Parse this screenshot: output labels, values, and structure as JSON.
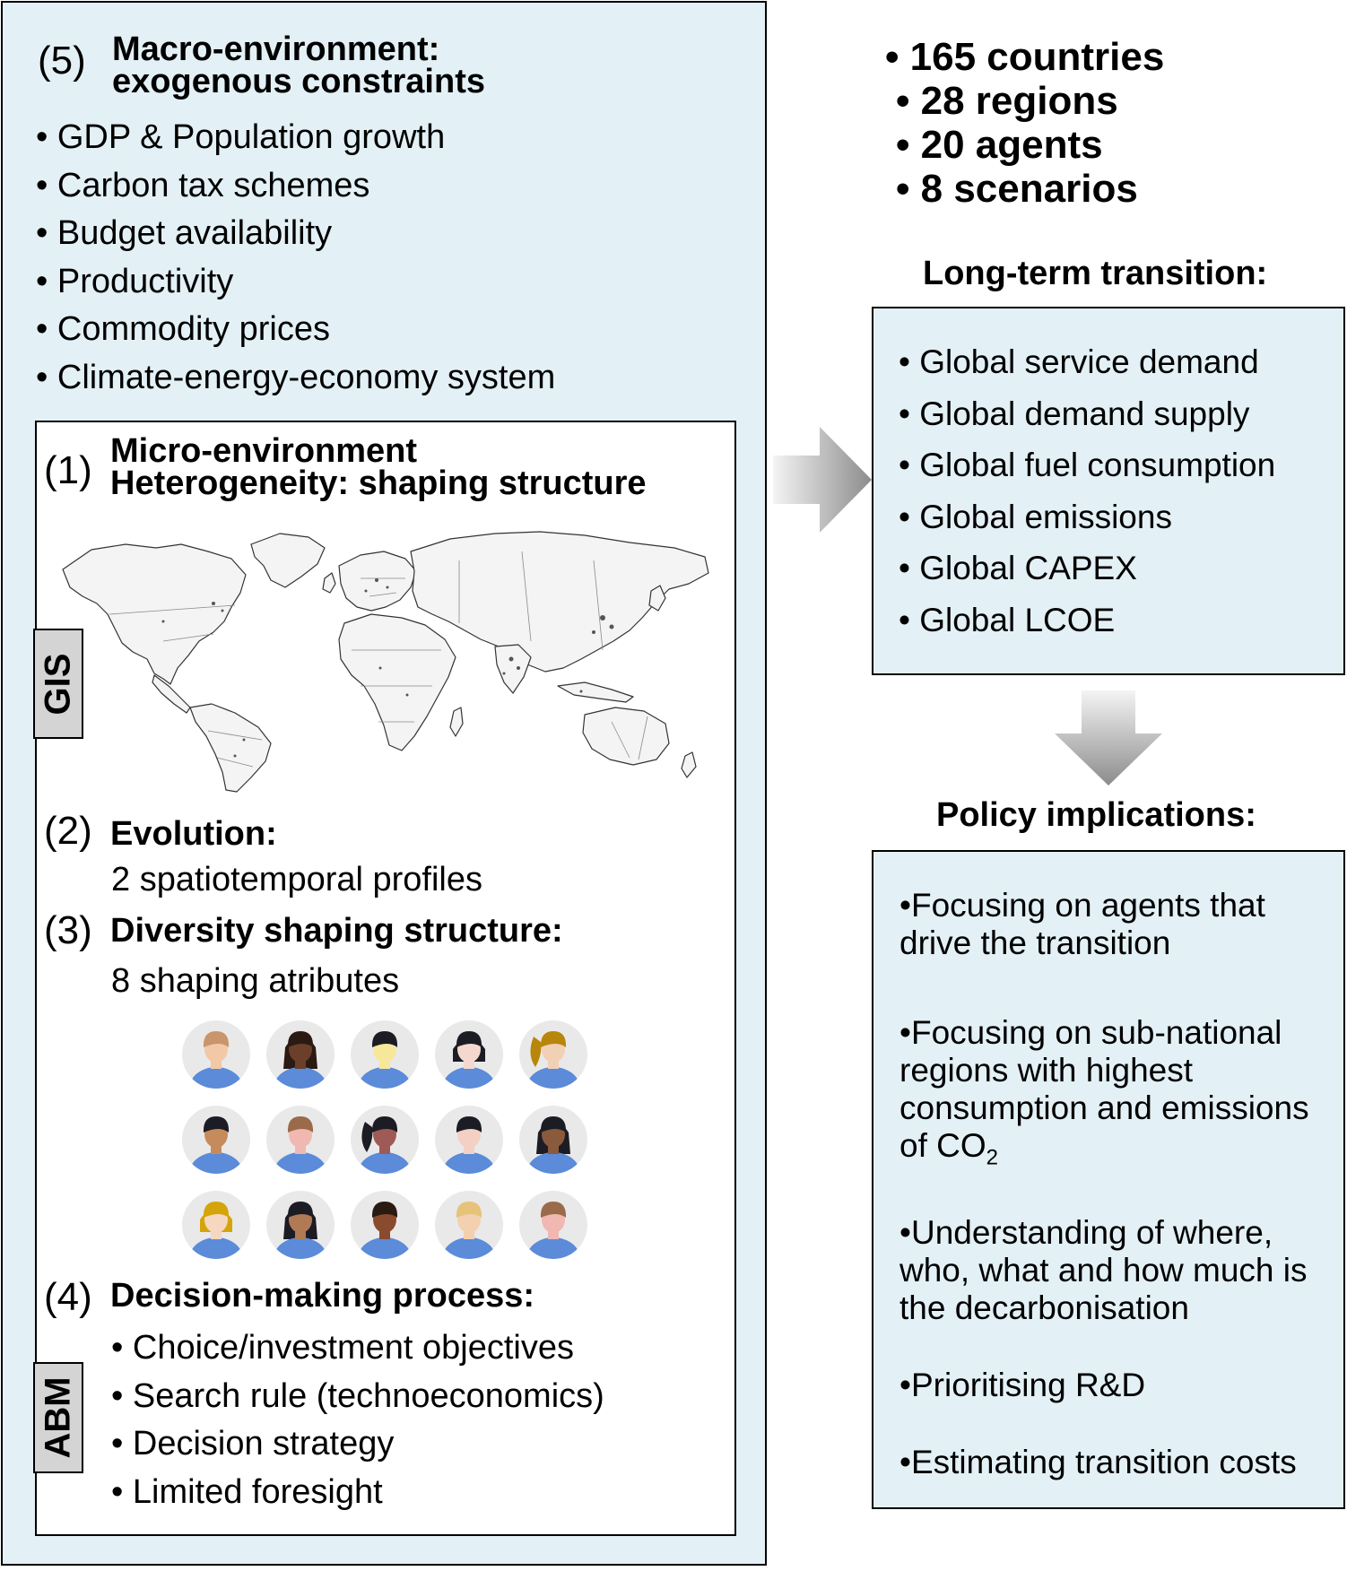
{
  "macro": {
    "number": "(5)",
    "title_line1": "Macro-environment:",
    "title_line2": "exogenous constraints",
    "items": [
      "GDP & Population growth",
      "Carbon tax schemes",
      "Budget availability",
      "Productivity",
      "Commodity prices",
      "Climate-energy-economy system"
    ]
  },
  "micro": {
    "number": "(1)",
    "title_line1": "Micro-environment",
    "title_line2": "Heterogeneity: shaping structure"
  },
  "evolution": {
    "number": "(2)",
    "title": "Evolution:",
    "text": "2 spatiotemporal profiles"
  },
  "diversity": {
    "number": "(3)",
    "title": "Diversity shaping structure:",
    "text": "8 shaping atributes"
  },
  "decision": {
    "number": "(4)",
    "title": "Decision-making process:",
    "items": [
      "Choice/investment objectives",
      "Search rule (technoeconomics)",
      "Decision strategy",
      "Limited foresight"
    ]
  },
  "tags": {
    "gis": "GIS",
    "abm": "ABM"
  },
  "avatars": {
    "rows": [
      [
        {
          "hair": "#c9956b",
          "skin": "#f2c8a6",
          "style": "short"
        },
        {
          "hair": "#2a1a12",
          "skin": "#6b3f2a",
          "style": "long"
        },
        {
          "hair": "#1c1c24",
          "skin": "#f7e79a",
          "style": "short"
        },
        {
          "hair": "#1c1c24",
          "skin": "#f4d8d0",
          "style": "bob"
        },
        {
          "hair": "#b8860b",
          "skin": "#f2d0b6",
          "style": "ponytail"
        }
      ],
      [
        {
          "hair": "#1c1c24",
          "skin": "#c68b5b",
          "style": "short"
        },
        {
          "hair": "#9a6b4b",
          "skin": "#f0b8b0",
          "style": "short"
        },
        {
          "hair": "#1c1c24",
          "skin": "#a05a55",
          "style": "ponytail"
        },
        {
          "hair": "#1c1c24",
          "skin": "#f4d0c4",
          "style": "short"
        },
        {
          "hair": "#1c1c24",
          "skin": "#8a5a3c",
          "style": "long"
        }
      ],
      [
        {
          "hair": "#d4a50a",
          "skin": "#f6d7c2",
          "style": "bob"
        },
        {
          "hair": "#1c1c24",
          "skin": "#b07a55",
          "style": "long"
        },
        {
          "hair": "#2a1a12",
          "skin": "#8a4a2e",
          "style": "short"
        },
        {
          "hair": "#e6c27a",
          "skin": "#f2d0b0",
          "style": "short"
        },
        {
          "hair": "#9a6b4b",
          "skin": "#f0b8b0",
          "style": "short"
        }
      ]
    ],
    "shirt": "#5b8bd9",
    "circle": "#e9e9e9"
  },
  "stats": [
    "165 countries",
    "28 regions",
    "20 agents",
    "8 scenarios"
  ],
  "longterm": {
    "title": "Long-term transition:",
    "items": [
      "Global service demand",
      "Global demand supply",
      "Global fuel consumption",
      "Global emissions",
      "Global CAPEX",
      "Global LCOE"
    ]
  },
  "policy": {
    "title": "Policy implications:",
    "items": [
      [
        "Focusing on agents that",
        "drive the transition"
      ],
      [
        "Focusing on sub-national",
        "regions with highest",
        "consumption and emissions"
      ],
      [
        "Understanding of where,",
        "who, what and how much is",
        "the decarbonisation"
      ],
      [
        "Prioritising R&D"
      ],
      [
        "Estimating transition costs"
      ]
    ],
    "co2_prefix": "of CO",
    "co2_sub": "2"
  },
  "colors": {
    "panel": "#e3f0f5",
    "tag": "#d4d4d4",
    "arrow_light": "#f4f4f4",
    "arrow_dark": "#8c8c8c"
  }
}
